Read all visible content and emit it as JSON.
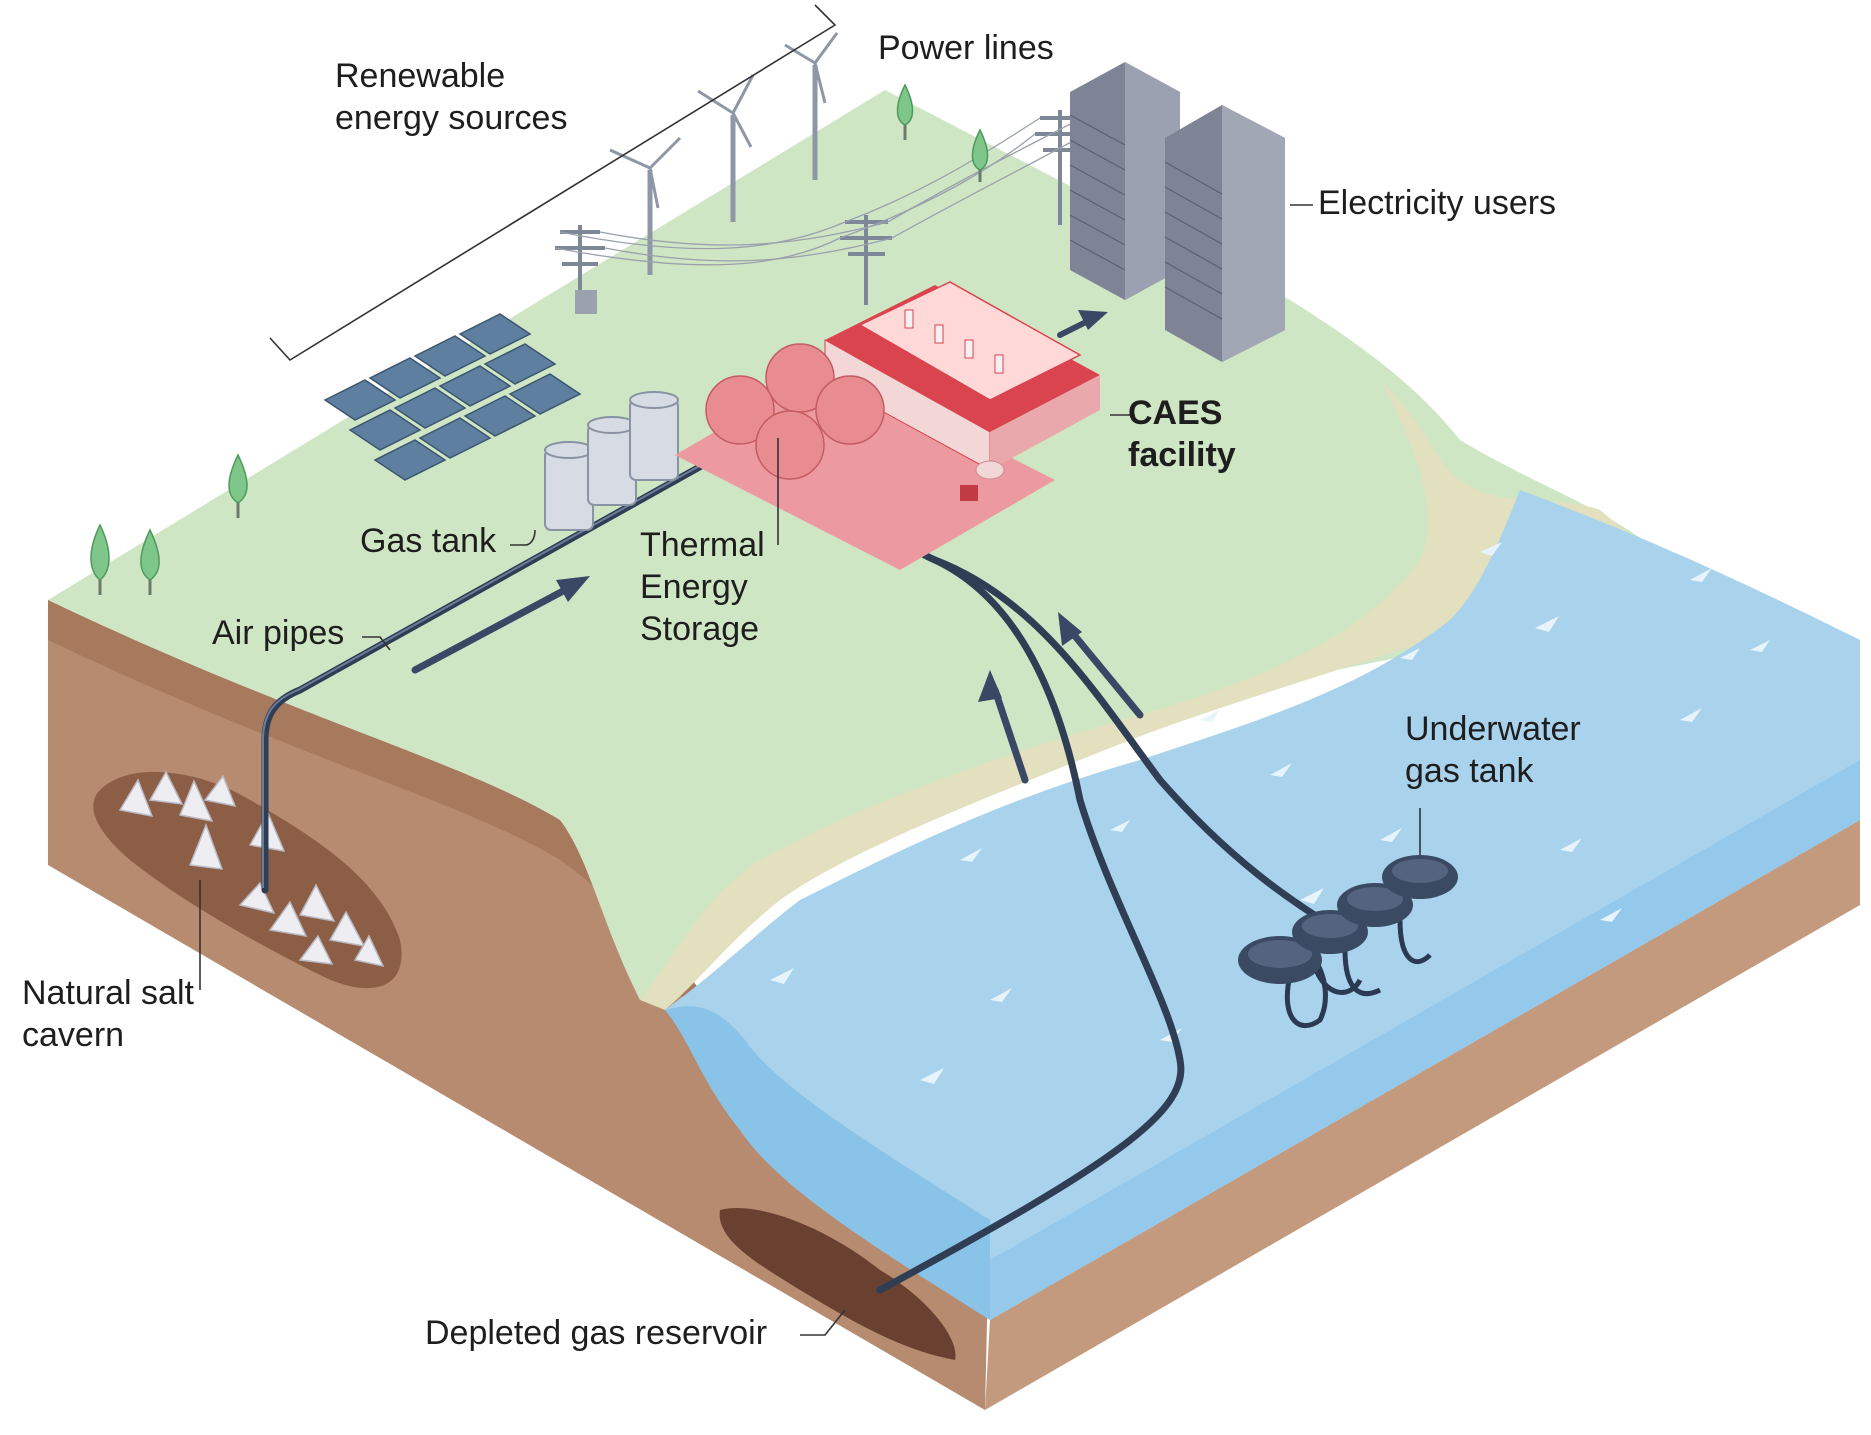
{
  "labels": {
    "renewable_line1": "Renewable",
    "renewable_line2": "energy sources",
    "power_lines": "Power lines",
    "electricity_users": "Electricity users",
    "caes_line1": "CAES",
    "caes_line2": "facility",
    "gas_tank": "Gas tank",
    "tes_line1": "Thermal",
    "tes_line2": "Energy",
    "tes_line3": "Storage",
    "air_pipes": "Air pipes",
    "underwater_line1": "Underwater",
    "underwater_line2": "gas tank",
    "salt_line1": "Natural salt",
    "salt_line2": "cavern",
    "depleted": "Depleted gas reservoir"
  },
  "colors": {
    "land": "#cfe6c4",
    "beach": "#e2e0bf",
    "soil_side": "#b78b6f",
    "soil_dark": "#8c5e45",
    "water_top": "#a9d2ec",
    "water_side": "#7fbde6",
    "facility_red": "#d9444e",
    "facility_pink": "#ec9a9f",
    "pipe": "#354660",
    "building": "#7e8495",
    "solar": "#5f7fa0"
  }
}
